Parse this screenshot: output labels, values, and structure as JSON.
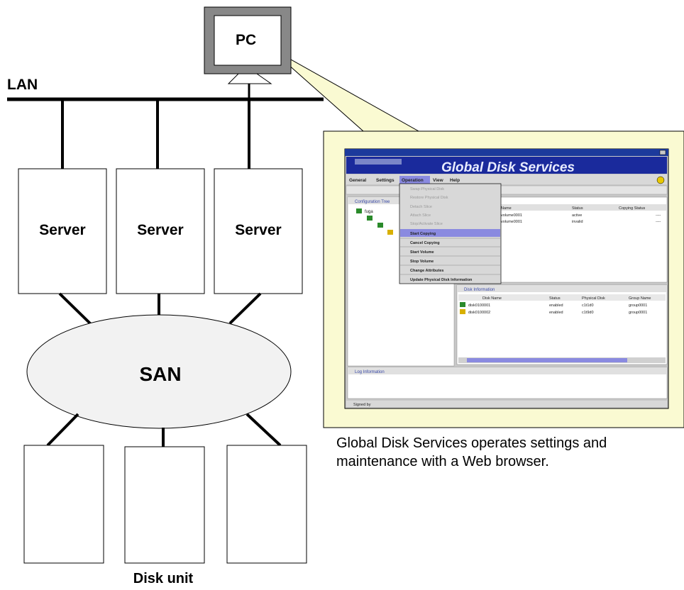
{
  "labels": {
    "pc": "PC",
    "lan": "LAN",
    "server": "Server",
    "san": "SAN",
    "disk_unit": "Disk unit"
  },
  "caption": {
    "line1": "Global Disk Services operates settings and",
    "line2": "maintenance with a Web browser."
  },
  "screenshot": {
    "banner_title": "Global Disk Services",
    "menu": [
      "General",
      "Settings",
      "Operation",
      "View",
      "Help"
    ],
    "dropdown_items": [
      "Swap Physical Disk",
      "Restore Physical Disk",
      "Detach Slice",
      "Attach Slice",
      "Stop/Activate Slice",
      "Start Copying",
      "Cancel Copying",
      "Start Volume",
      "Stop Volume",
      "Change Attributes",
      "Update Physical Disk Information"
    ],
    "config_tree_title": "Configuration Tree",
    "tree_root": "fuga",
    "table_headers": [
      "Name",
      "Status",
      "Copying Status"
    ],
    "volume_rows": [
      [
        "volume0001",
        "active",
        "----"
      ],
      [
        "volume0001",
        "invalid",
        "----"
      ]
    ],
    "disk_info_title": "Disk Information",
    "disk_headers": [
      "Disk Name",
      "Status",
      "Physical Disk",
      "Group Name"
    ],
    "disk_rows": [
      [
        "disk0100001",
        "enabled",
        "c1t1d0",
        "group0001"
      ],
      [
        "disk0100002",
        "enabled",
        "c1t9d0",
        "group0001"
      ]
    ],
    "log_title": "Log Information",
    "status_bar": "Signed by"
  },
  "colors": {
    "callout_fill": "#fafad2",
    "banner_blue": "#1a2a9c",
    "selected_menu": "#8a8ae0"
  }
}
